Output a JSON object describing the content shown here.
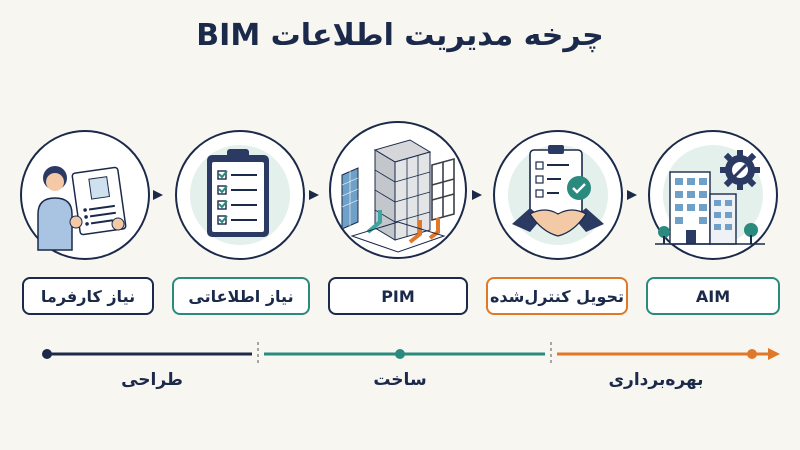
{
  "title": "چرخه مدیریت اطلاعات BIM",
  "stages": [
    {
      "label": "نیاز کارفرما",
      "icon": "client-with-document-icon",
      "border_color": "#1b2a4a"
    },
    {
      "label": "نیاز اطلاعاتی",
      "icon": "clipboard-checklist-icon",
      "border_color": "#2a8a7e"
    },
    {
      "label": "PIM",
      "icon": "building-under-construction-icon",
      "border_color": "#1b2a4a"
    },
    {
      "label": "تحویل کنترل‌شده",
      "icon": "handshake-checklist-icon",
      "border_color": "#e0782a"
    },
    {
      "label": "AIM",
      "icon": "building-with-gear-icon",
      "border_color": "#2a8a7e"
    }
  ],
  "phases": [
    {
      "label": "طراحی",
      "color": "#1b2a4a"
    },
    {
      "label": "ساخت",
      "color": "#2a8a7e"
    },
    {
      "label": "بهره‌برداری",
      "color": "#e0782a"
    }
  ],
  "colors": {
    "navy": "#1b2a4a",
    "teal": "#2a8a7e",
    "orange": "#e0782a",
    "background": "#f8f6f0"
  }
}
